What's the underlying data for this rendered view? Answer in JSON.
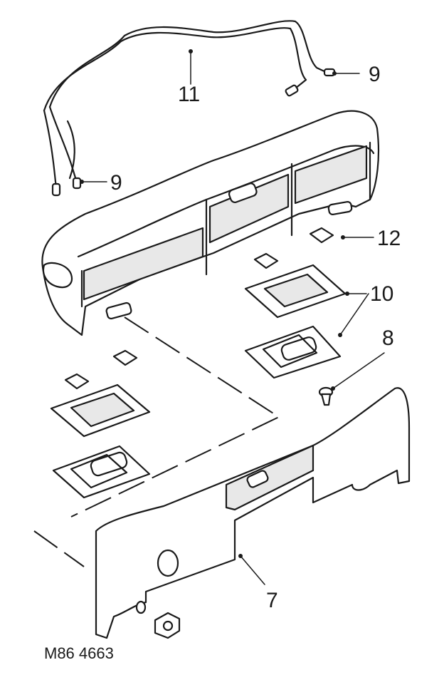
{
  "figure": {
    "drawing_id": "M86 4663",
    "callouts": [
      {
        "id": "c-11",
        "label": "11",
        "part": "wiring-harness"
      },
      {
        "id": "c-9a",
        "label": "9",
        "part": "connector-right"
      },
      {
        "id": "c-9b",
        "label": "9",
        "part": "connector-left"
      },
      {
        "id": "c-12",
        "label": "12",
        "part": "spring-clip"
      },
      {
        "id": "c-10",
        "label": "10",
        "part": "lamp-lens-and-base"
      },
      {
        "id": "c-8",
        "label": "8",
        "part": "screw"
      },
      {
        "id": "c-7",
        "label": "7",
        "part": "trim-panel"
      }
    ]
  },
  "colors": {
    "ink": "#1a1a1a",
    "paper": "#ffffff",
    "shade": "#e8e8e8"
  }
}
